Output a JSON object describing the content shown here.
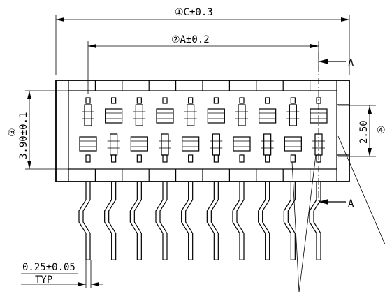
{
  "dimensions": {
    "overall_length": "①C±0.3",
    "pitch_span": "②A±0.2",
    "body_height_symbol": "③",
    "body_height": "3.90±0.1",
    "row_spacing": "2.50",
    "row_spacing_symbol": "④",
    "lead_width": "0.25±0.05",
    "lead_width_note": "TYP"
  },
  "section": {
    "label_top": "A",
    "label_bottom": "A"
  },
  "pin_count": 10
}
